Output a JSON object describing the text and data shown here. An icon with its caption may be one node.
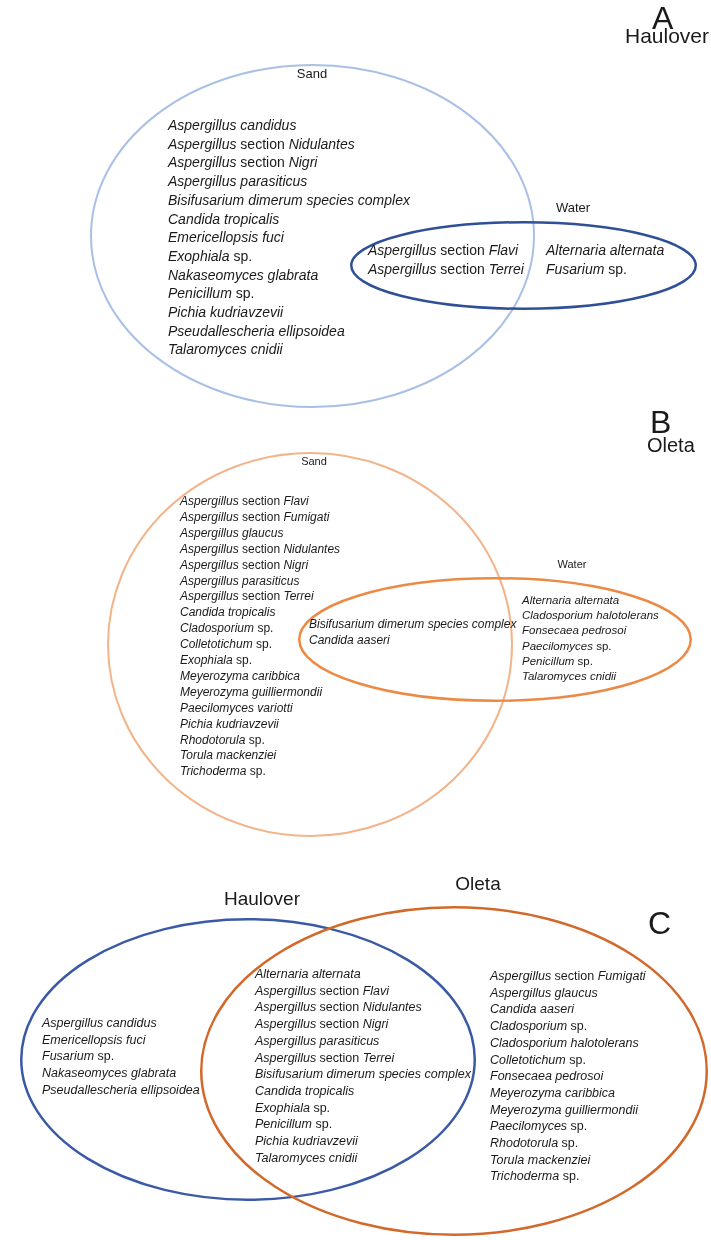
{
  "diagram": {
    "nodes": [
      {
        "text": [
          "Sand",
          "Aspergillus candidus",
          "*Aspergillus* section *Nidulantes*",
          "*Aspergillus* section *Nigri*",
          "Aspergillus parasiticus",
          "Bisifusarium dimerum species complex",
          "Candida tropicalis",
          "Emericellopsis fuci",
          "*Exophiala* sp.",
          "Nakaseomyces glabrata",
          "*Penicillum* sp.",
          "Pichia kudriavzevii",
          "Pseudallescheria ellipsoidea",
          "Talaromyces cnidii"
        ]
      },
      {
        "text": [
          "Water",
          "Alternaria alternata",
          "*Fusarium* sp."
        ]
      },
      {
        "text": [
          "Sand",
          "*Aspergillus* section *Flavi*",
          "*Aspergillus* section *Fumigati*",
          "Aspergillus glaucus",
          "*Aspergillus* section *Nidulantes*",
          "*Aspergillus* section *Nigri*",
          "Aspergillus parasiticus",
          "*Aspergillus* section *Terrei*",
          "Candida tropicalis",
          "*Cladosporium* sp.",
          "*Colletotichum* sp.",
          "*Exophiala* sp.",
          "Meyerozyma caribbica",
          "Meyerozyma guilliermondii",
          "Paecilomyces variotti",
          "Pichia kudriavzevii",
          "*Rhodotorula* sp.",
          "Torula mackenziei",
          "*Trichoderma* sp."
        ]
      },
      {
        "text": [
          "Water",
          "Alternaria alternata",
          "Cladosporium halotolerans",
          "Fonsecaea pedrosoi",
          "*Paecilomyces* sp.",
          "*Penicillum* sp.",
          "Talaromyces cnidii"
        ]
      },
      {
        "text": [
          "Haulover",
          "Aspergillus candidus",
          "Emericellopsis fuci",
          "*Fusarium* sp.",
          "Nakaseomyces glabrata",
          "Pseudallescheria ellipsoidea"
        ]
      },
      {
        "text": [
          "Oleta",
          "*Aspergillus* section *Fumigati*",
          "Aspergillus glaucus",
          "Candida aaseri",
          "*Cladosporium* sp.",
          "Cladosporium halotolerans",
          "*Colletotichum* sp.",
          "Fonsecaea pedrosoi",
          "Meyerozyma caribbica",
          "Meyerozyma guilliermondii",
          "*Paecilomyces* sp.",
          "*Rhodotorula* sp.",
          "Torula mackenziei",
          "*Trichoderma* sp."
        ]
      }
    ],
    "edges": [],
    "labels": [
      "A",
      "Haulover",
      "*Aspergillus* section *Flavi*",
      "*Aspergillus* section *Terrei*",
      "B",
      "Oleta",
      "Bisifusarium dimerum species complex",
      "Candida aaseri",
      "C",
      "Alternaria alternata",
      "*Aspergillus* section *Flavi*",
      "*Aspergillus* section *Nidulantes*",
      "*Aspergillus* section *Nigri*",
      "Aspergillus parasiticus",
      "*Aspergillus* section *Terrei*",
      "Bisifusarium dimerum species complex",
      "Candida tropicalis",
      "*Exophiala* sp.",
      "*Penicillum* sp.",
      "Pichia kudriavzevii",
      "Talaromyces cnidii"
    ]
  }
}
